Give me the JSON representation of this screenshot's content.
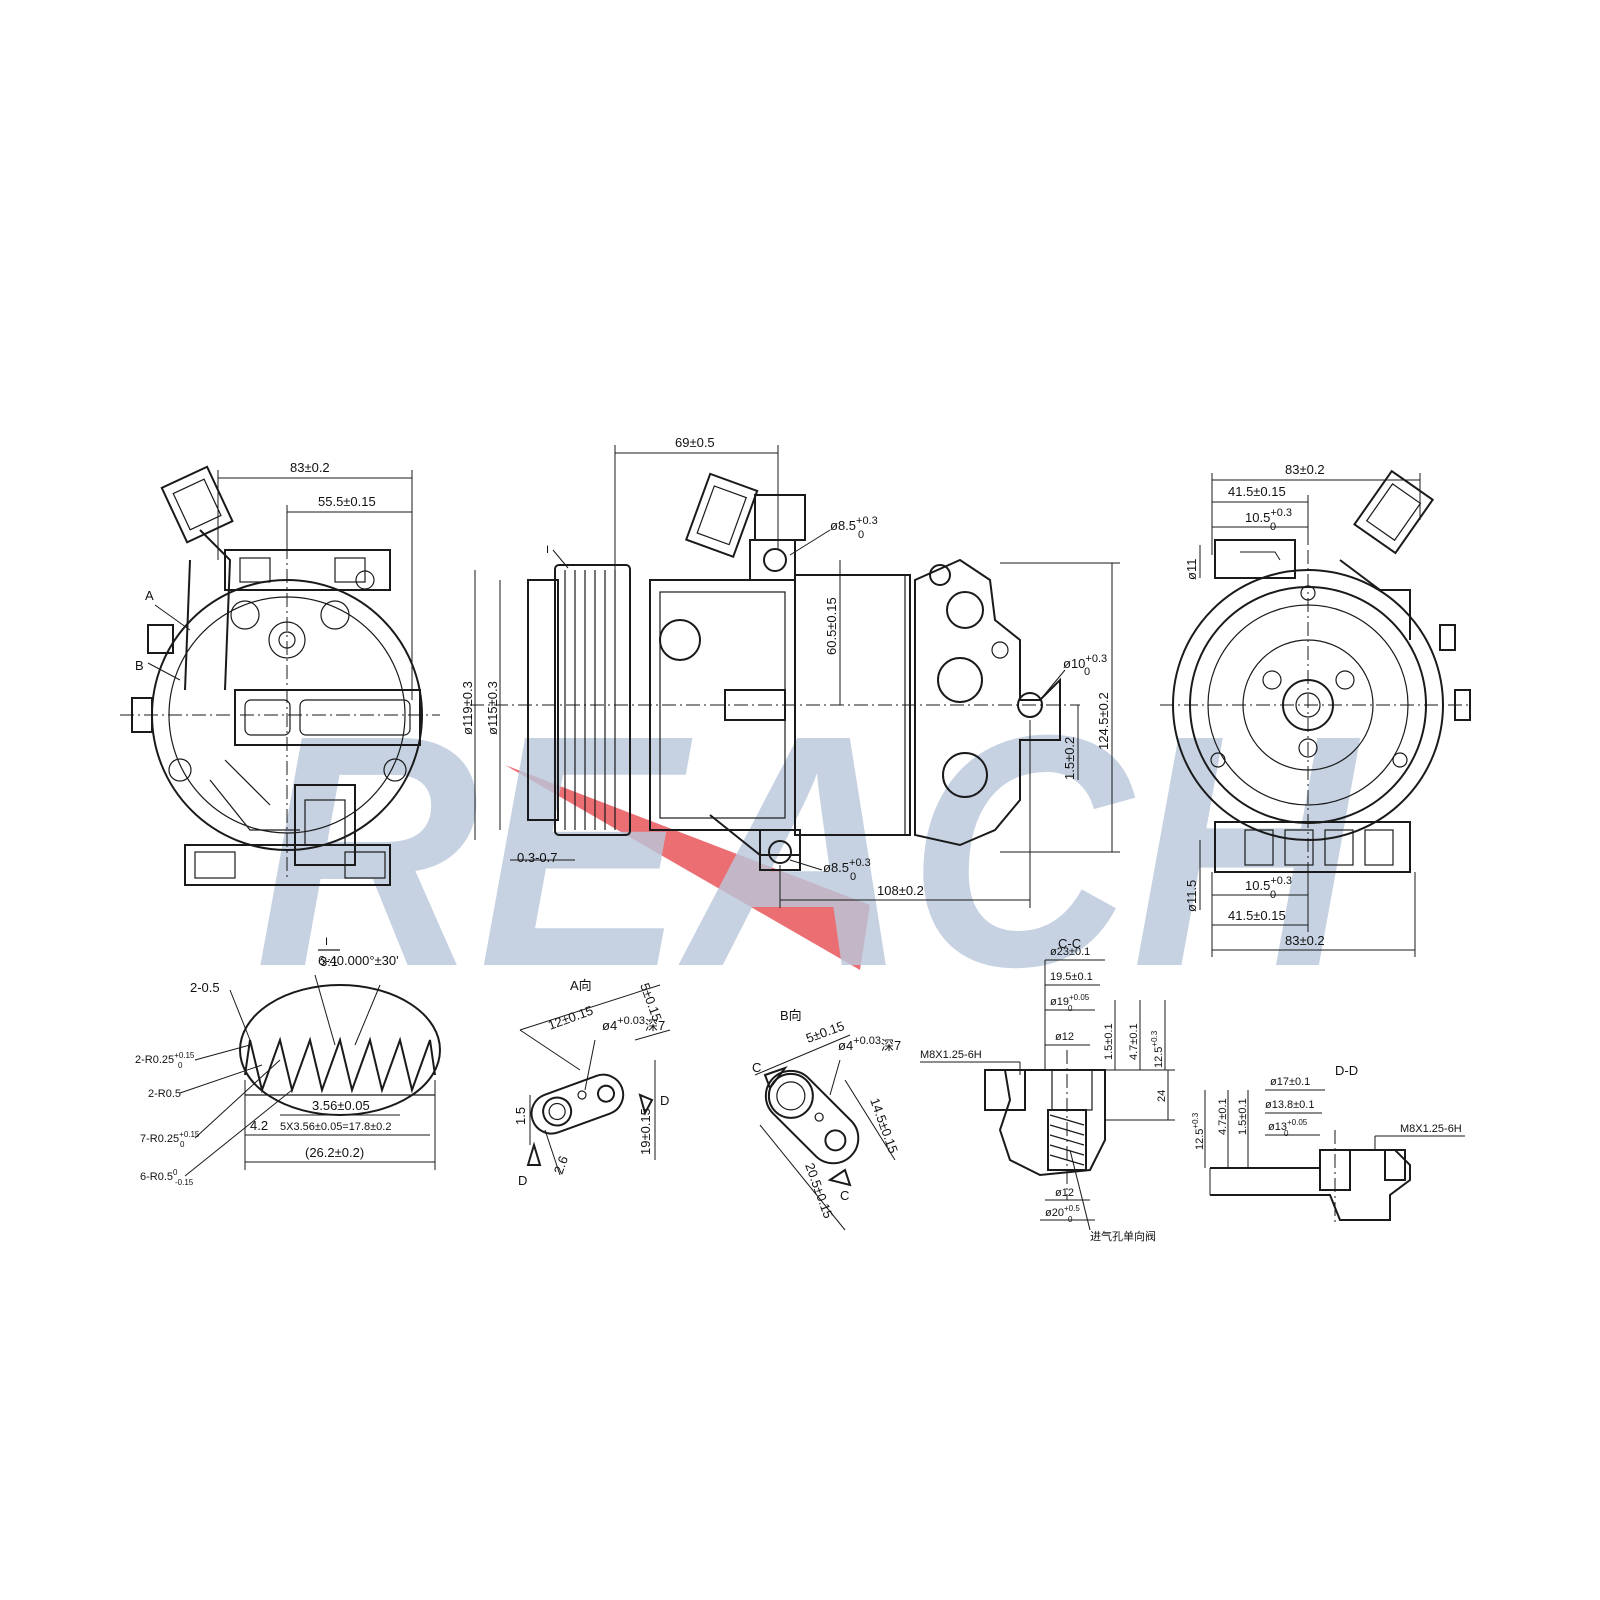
{
  "watermark": {
    "text": "REACH",
    "color": "#b8c8dc",
    "accent": "#e8555a"
  },
  "front_view": {
    "dims": {
      "width": "83±0.2",
      "offset": "55.5±0.15"
    },
    "labels": {
      "a": "A",
      "b": "B"
    }
  },
  "side_view": {
    "dims": {
      "length_top": "69±0.5",
      "hole_top": "ø8.5",
      "hole_top_tol": "+0.3",
      "hole_top_tol2": "0",
      "height_mid": "60.5±0.15",
      "d119": "ø119±0.3",
      "d115": "ø115±0.3",
      "hole_side": "ø10",
      "hole_side_tol": "+0.3",
      "hole_side_tol2": "0",
      "h124": "124.5±0.2",
      "h1_5": "1.5±0.2",
      "gap": "0.3-0.7",
      "hole_bottom": "ø8.5",
      "hole_bottom_tol": "+0.3",
      "hole_bottom_tol2": "0",
      "len108": "108±0.2"
    },
    "labels": {
      "detail": "I"
    }
  },
  "rear_view": {
    "dims": {
      "w_top": "83±0.2",
      "half_top": "41.5±0.15",
      "off_top": "10.5",
      "off_top_tol": "+0.3",
      "off_top_tol2": "0",
      "d11_top": "ø11",
      "d11_bottom": "ø11.5",
      "off_bot": "10.5",
      "off_bot_tol": "+0.3",
      "off_bot_tol2": "0",
      "half_bot": "41.5±0.15",
      "w_bot": "83±0.2"
    }
  },
  "detail_i": {
    "title": "I",
    "scale": "3:1",
    "dims": {
      "angle": "6-40.000°±30'",
      "chamfer": "2-0.5",
      "r1": "2-R0.25",
      "r1_tol": "+0.15",
      "r1_tol2": "0",
      "r2": "2-R0.5",
      "r3": "7-R0.25",
      "r3_tol": "+0.15",
      "r3_tol2": "0",
      "r4": "6-R0.5",
      "r4_tol": "0",
      "r4_tol2": "-0.15",
      "pitch": "3.56±0.05",
      "edge": "4.2",
      "total_pitch": "5X3.56±0.05=17.8±0.2",
      "overall": "(26.2±0.2)"
    }
  },
  "view_a": {
    "title": "A向",
    "dims": {
      "d12": "12±0.15",
      "d5": "5±0.15",
      "hole": "ø4",
      "hole_tol": "+0.03",
      "hole_tol2": "0",
      "depth": "深7",
      "d1_5": "1.5",
      "d19": "19±0.15",
      "d2_6": "2.6",
      "sec_d1": "D",
      "sec_d2": "D"
    }
  },
  "view_b": {
    "title": "B向",
    "dims": {
      "d5": "5±0.15",
      "hole": "ø4",
      "hole_tol": "+0.03",
      "hole_tol2": "0",
      "depth": "深7",
      "d14_5": "14.5±0.15",
      "d20_5": "20.5±0.15",
      "sec_c1": "C",
      "sec_c2": "C"
    }
  },
  "section_cc": {
    "title": "C-C",
    "dims": {
      "d23": "ø23±0.1",
      "d19_5": "19.5±0.1",
      "d19": "ø19",
      "d19_tol": "+0.05",
      "d19_tol2": "0",
      "d1_5": "1.5±0.1",
      "d4_7": "4.7±0.1",
      "d12_5": "12.5",
      "d12_5_tol": "+0.3",
      "d12_5_tol2": "0",
      "thread": "M8X1.25-6H",
      "d12_top": "ø12",
      "d24": "24",
      "d12_bot": "ø12",
      "d20": "ø20",
      "d20_tol": "+0.5",
      "d20_tol2": "0",
      "note": "进气孔单向阀"
    }
  },
  "section_dd": {
    "title": "D-D",
    "dims": {
      "d17": "ø17±0.1",
      "d13_8": "ø13.8±0.1",
      "d13": "ø13",
      "d13_tol": "+0.05",
      "d13_tol2": "0",
      "d12_5": "12.5",
      "d12_5_tol": "+0.3",
      "d12_5_tol2": "0",
      "d4_7": "4.7±0.1",
      "d1_5": "1.5±0.1",
      "thread": "M8X1.25-6H"
    }
  }
}
